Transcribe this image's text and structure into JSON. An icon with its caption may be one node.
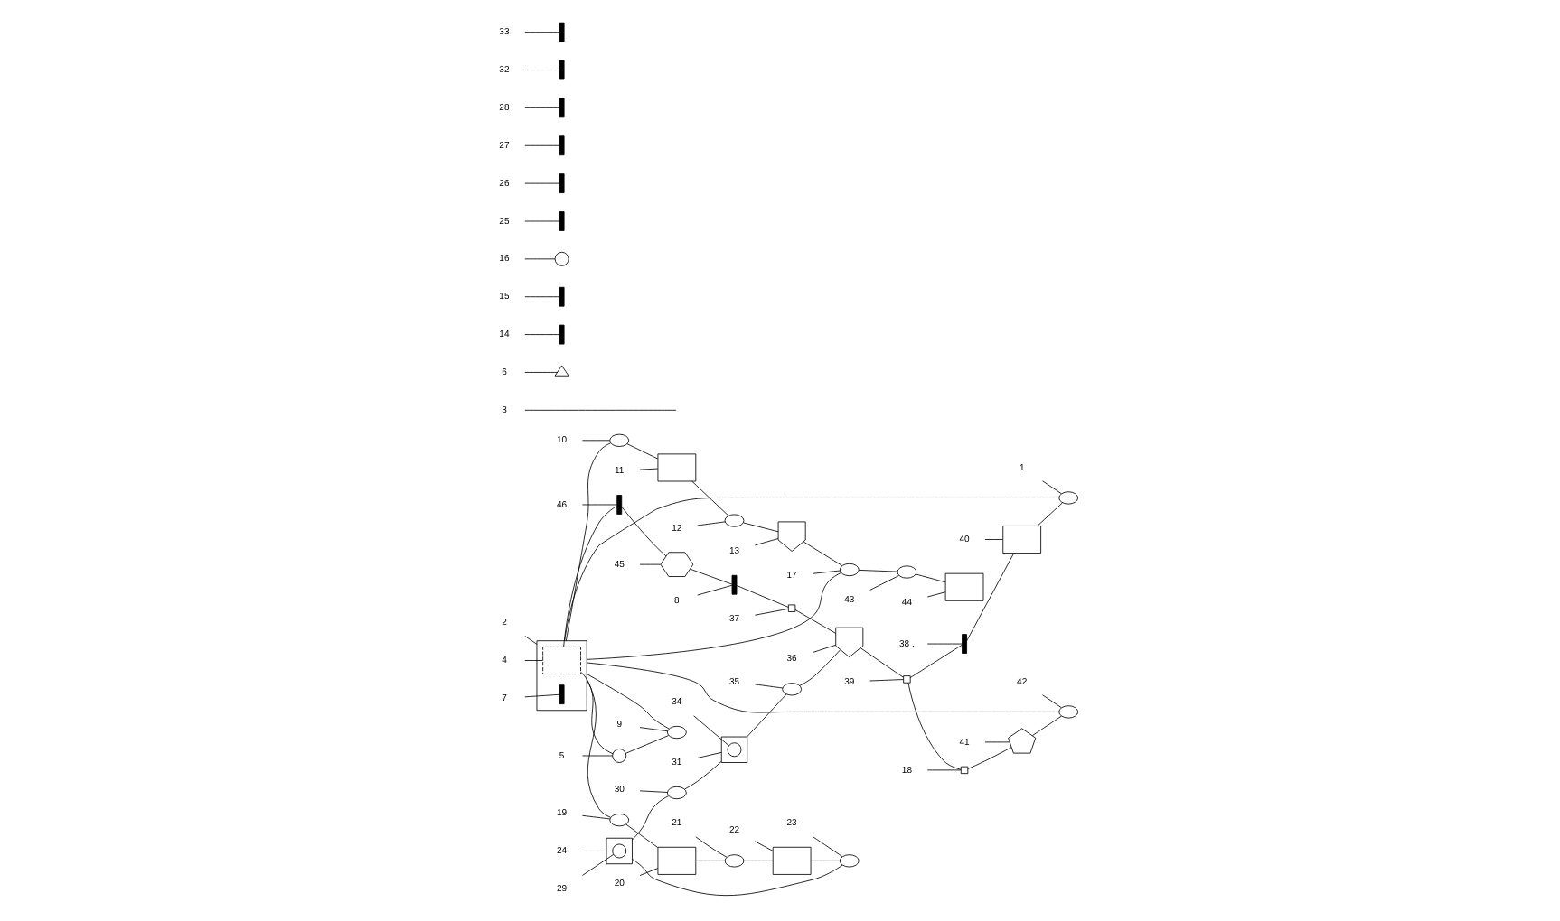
{
  "diagram": {
    "nodes": [
      {
        "text": [
          "1"
        ]
      },
      {
        "text": [
          "2"
        ]
      },
      {
        "text": [
          "3"
        ]
      },
      {
        "text": [
          "4"
        ]
      },
      {
        "text": [
          "5"
        ]
      },
      {
        "text": [
          "6"
        ]
      },
      {
        "text": [
          "7"
        ]
      },
      {
        "text": [
          "8"
        ]
      },
      {
        "text": [
          "9"
        ]
      },
      {
        "text": [
          "10"
        ]
      },
      {
        "text": [
          "11"
        ]
      },
      {
        "text": [
          "12"
        ]
      },
      {
        "text": [
          "13"
        ]
      },
      {
        "text": [
          "14"
        ]
      },
      {
        "text": [
          "15"
        ]
      },
      {
        "text": [
          "16"
        ]
      },
      {
        "text": [
          "17"
        ]
      },
      {
        "text": [
          "18"
        ]
      },
      {
        "text": [
          "19"
        ]
      },
      {
        "text": [
          "20"
        ]
      },
      {
        "text": [
          "21"
        ]
      },
      {
        "text": [
          "22"
        ]
      },
      {
        "text": [
          "23"
        ]
      },
      {
        "text": [
          "24"
        ]
      },
      {
        "text": [
          "25"
        ]
      },
      {
        "text": [
          "26"
        ]
      },
      {
        "text": [
          "27"
        ]
      },
      {
        "text": [
          "28"
        ]
      },
      {
        "text": [
          "29"
        ]
      },
      {
        "text": [
          "30"
        ]
      },
      {
        "text": [
          "31"
        ]
      },
      {
        "text": [
          "32"
        ]
      },
      {
        "text": [
          "33"
        ]
      },
      {
        "text": [
          "34"
        ]
      },
      {
        "text": [
          "35"
        ]
      },
      {
        "text": [
          "36"
        ]
      },
      {
        "text": [
          "37"
        ]
      },
      {
        "text": [
          "38 ."
        ]
      },
      {
        "text": [
          "39"
        ]
      },
      {
        "text": [
          "40"
        ]
      },
      {
        "text": [
          "41"
        ]
      },
      {
        "text": [
          "42"
        ]
      },
      {
        "text": [
          "43"
        ]
      },
      {
        "text": [
          "44"
        ]
      },
      {
        "text": [
          "45"
        ]
      },
      {
        "text": [
          "46"
        ]
      },
      {
        "text": [],
        "shape": "pump"
      },
      {
        "text": [],
        "shape": "box"
      },
      {
        "text": [],
        "shape": "box",
        "in": 47
      },
      {
        "text": [],
        "shape": "circle"
      },
      {
        "text": [],
        "shape": "triangle"
      },
      {
        "text": [],
        "shape": "bar",
        "in": 47
      },
      {
        "text": [],
        "shape": "bar"
      },
      {
        "text": [],
        "shape": "pump"
      },
      {
        "text": [],
        "shape": "pump"
      },
      {
        "text": [],
        "shape": "box"
      },
      {
        "text": [],
        "shape": "pump"
      },
      {
        "text": [],
        "shape": "tank"
      },
      {
        "text": [],
        "shape": "bar"
      },
      {
        "text": [],
        "shape": "bar"
      },
      {
        "text": [],
        "shape": "circle"
      },
      {
        "text": [],
        "shape": "pump"
      },
      {
        "text": [],
        "shape": "valve"
      },
      {
        "text": [],
        "shape": "pump"
      },
      {
        "text": [],
        "shape": "box"
      },
      {
        "text": [],
        "shape": "pump"
      },
      {
        "text": [],
        "shape": "box"
      },
      {
        "text": [],
        "shape": "pump"
      },
      {
        "text": [],
        "shape": "box"
      },
      {
        "text": [],
        "shape": "bar"
      },
      {
        "text": [],
        "shape": "bar"
      },
      {
        "text": [],
        "shape": "bar"
      },
      {
        "text": [],
        "shape": "bar"
      },
      {
        "text": [],
        "shape": "circle",
        "in": 68
      },
      {
        "text": [],
        "shape": "pump"
      },
      {
        "text": [],
        "shape": "box"
      },
      {
        "text": [],
        "shape": "bar"
      },
      {
        "text": [],
        "shape": "bar"
      },
      {
        "text": [],
        "shape": "circle",
        "in": 75
      },
      {
        "text": [],
        "shape": "pump"
      },
      {
        "text": [],
        "shape": "tank"
      },
      {
        "text": [],
        "shape": "valve"
      },
      {
        "text": [],
        "shape": "bar"
      },
      {
        "text": [],
        "shape": "valve"
      },
      {
        "text": [],
        "shape": "box"
      },
      {
        "text": [],
        "shape": "pentagon"
      },
      {
        "text": [],
        "shape": "pump"
      },
      {
        "text": [],
        "shape": "pump"
      },
      {
        "text": [],
        "shape": "box"
      },
      {
        "text": [],
        "shape": "hexagon"
      },
      {
        "text": [],
        "shape": "bar"
      }
    ],
    "edges": [
      {
        "from": 0,
        "to": 46,
        "arrow": "none"
      },
      {
        "from": 1,
        "to": 47,
        "arrow": "none"
      },
      {
        "from": 2,
        "to": null,
        "arrow": "none"
      },
      {
        "from": 3,
        "to": 48,
        "arrow": "none"
      },
      {
        "from": 4,
        "to": 49,
        "arrow": "none"
      },
      {
        "from": 5,
        "to": 50,
        "arrow": "none"
      },
      {
        "from": 6,
        "to": 51,
        "arrow": "none"
      },
      {
        "from": 7,
        "to": 52,
        "arrow": "none"
      },
      {
        "from": 8,
        "to": 53,
        "arrow": "none"
      },
      {
        "from": 9,
        "to": 54,
        "arrow": "none"
      },
      {
        "from": 10,
        "to": 55,
        "arrow": "none"
      },
      {
        "from": 11,
        "to": 56,
        "arrow": "none"
      },
      {
        "from": 12,
        "to": 57,
        "arrow": "none"
      },
      {
        "from": 13,
        "to": 58,
        "arrow": "none"
      },
      {
        "from": 14,
        "to": 59,
        "arrow": "none"
      },
      {
        "from": 15,
        "to": 60,
        "arrow": "none"
      },
      {
        "from": 16,
        "to": 61,
        "arrow": "none"
      },
      {
        "from": 17,
        "to": 62,
        "arrow": "none"
      },
      {
        "from": 18,
        "to": 63,
        "arrow": "none"
      },
      {
        "from": 19,
        "to": 64,
        "arrow": "none"
      },
      {
        "from": 20,
        "to": 65,
        "arrow": "none"
      },
      {
        "from": 21,
        "to": 66,
        "arrow": "none"
      },
      {
        "from": 22,
        "to": 67,
        "arrow": "none"
      },
      {
        "from": 23,
        "to": 68,
        "arrow": "none"
      },
      {
        "from": 24,
        "to": 69,
        "arrow": "none"
      },
      {
        "from": 25,
        "to": 70,
        "arrow": "none"
      },
      {
        "from": 26,
        "to": 71,
        "arrow": "none"
      },
      {
        "from": 27,
        "to": 72,
        "arrow": "none"
      },
      {
        "from": 28,
        "to": 73,
        "arrow": "none"
      },
      {
        "from": 29,
        "to": 74,
        "arrow": "none"
      },
      {
        "from": 30,
        "to": 75,
        "arrow": "none"
      },
      {
        "from": 31,
        "to": 76,
        "arrow": "none"
      },
      {
        "from": 32,
        "to": 77,
        "arrow": "none"
      },
      {
        "from": 33,
        "to": 78,
        "arrow": "none"
      },
      {
        "from": 34,
        "to": 79,
        "arrow": "none"
      },
      {
        "from": 35,
        "to": 80,
        "arrow": "none"
      },
      {
        "from": 36,
        "to": 81,
        "arrow": "none"
      },
      {
        "from": 37,
        "to": 82,
        "arrow": "none"
      },
      {
        "from": 38,
        "to": 83,
        "arrow": "none"
      },
      {
        "from": 39,
        "to": 84,
        "arrow": "none"
      },
      {
        "from": 40,
        "to": 85,
        "arrow": "none"
      },
      {
        "from": 41,
        "to": 86,
        "arrow": "none"
      },
      {
        "from": 42,
        "to": 87,
        "arrow": "none"
      },
      {
        "from": 43,
        "to": 88,
        "arrow": "none"
      },
      {
        "from": 44,
        "to": 89,
        "arrow": "none"
      },
      {
        "from": 45,
        "to": 90,
        "arrow": "none"
      },
      {
        "from": 46,
        "to": 47,
        "arrow": "none"
      },
      {
        "from": 84,
        "to": 46,
        "arrow": "none"
      },
      {
        "from": 48,
        "to": 90,
        "arrow": "none"
      },
      {
        "from": 90,
        "to": 89,
        "arrow": "none"
      },
      {
        "from": 89,
        "to": 52,
        "arrow": "none"
      },
      {
        "from": 52,
        "to": 81,
        "arrow": "none"
      },
      {
        "from": 81,
        "to": 80,
        "arrow": "none"
      },
      {
        "from": 48,
        "to": 63,
        "arrow": "none"
      },
      {
        "from": 47,
        "to": 54,
        "arrow": "none"
      },
      {
        "from": 54,
        "to": 55,
        "arrow": "none"
      },
      {
        "from": 55,
        "to": 56,
        "arrow": "none"
      },
      {
        "from": 56,
        "to": 57,
        "arrow": "none"
      },
      {
        "from": 57,
        "to": 61,
        "arrow": "none"
      },
      {
        "from": 61,
        "to": 47,
        "arrow": "none"
      },
      {
        "from": 61,
        "to": 87,
        "arrow": "none"
      },
      {
        "from": 87,
        "to": 88,
        "arrow": "none"
      },
      {
        "from": 63,
        "to": 64,
        "arrow": "none"
      },
      {
        "from": 64,
        "to": 65,
        "arrow": "none"
      },
      {
        "from": 65,
        "to": 66,
        "arrow": "none"
      },
      {
        "from": 66,
        "to": 67,
        "arrow": "none"
      },
      {
        "from": 67,
        "to": 68,
        "arrow": "none"
      },
      {
        "from": 68,
        "to": 74,
        "arrow": "none"
      },
      {
        "from": 74,
        "to": 75,
        "arrow": "none"
      },
      {
        "from": 75,
        "to": 79,
        "arrow": "none"
      },
      {
        "from": 79,
        "to": 80,
        "arrow": "none"
      },
      {
        "from": 80,
        "to": 83,
        "arrow": "none"
      },
      {
        "from": 83,
        "to": 82,
        "arrow": "none"
      },
      {
        "from": 83,
        "to": 62,
        "arrow": "none"
      },
      {
        "from": 82,
        "to": 84,
        "arrow": "none"
      },
      {
        "from": 62,
        "to": 85,
        "arrow": "none"
      },
      {
        "from": 85,
        "to": 86,
        "arrow": "none"
      },
      {
        "from": 86,
        "to": 47,
        "arrow": "none"
      },
      {
        "from": 47,
        "to": 49,
        "arrow": "none"
      },
      {
        "from": 49,
        "to": 53,
        "arrow": "none"
      },
      {
        "from": 53,
        "to": 47,
        "arrow": "none"
      }
    ]
  }
}
